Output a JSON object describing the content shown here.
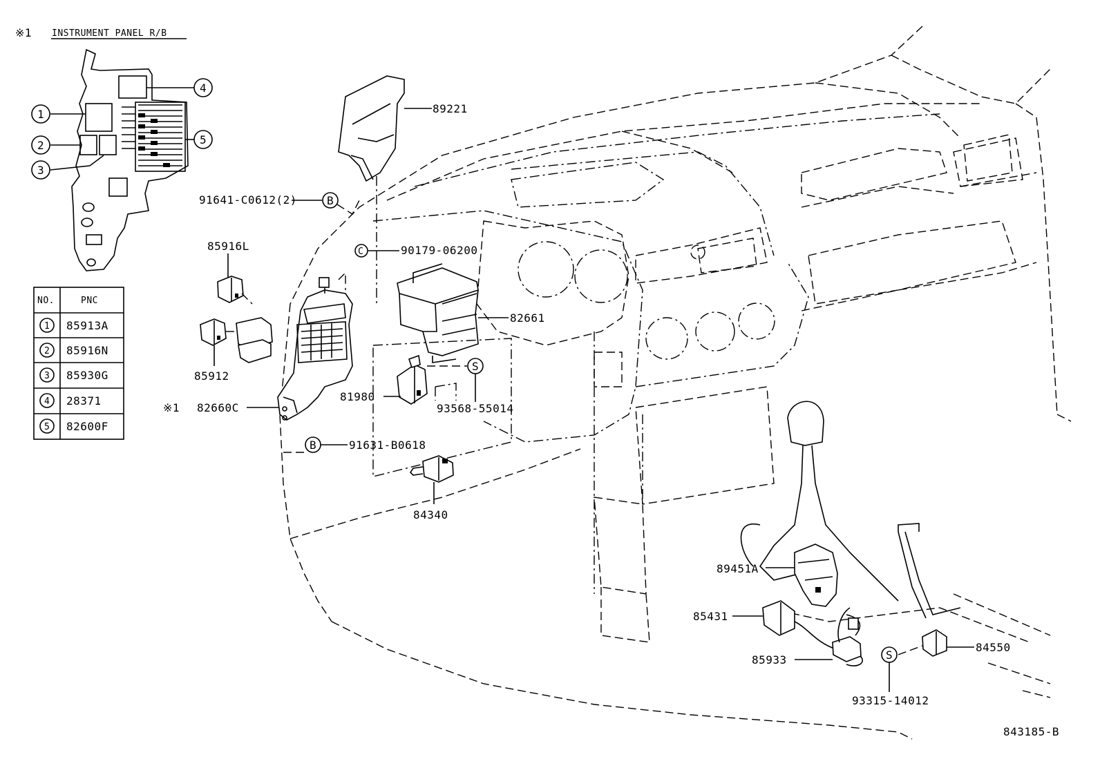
{
  "header": {
    "mark": "※1",
    "title": "INSTRUMENT PANEL R/B"
  },
  "table": {
    "columns": [
      "NO.",
      "PNC"
    ],
    "rows": [
      {
        "no": "1",
        "pnc": "85913A"
      },
      {
        "no": "2",
        "pnc": "85916N"
      },
      {
        "no": "3",
        "pnc": "85930G"
      },
      {
        "no": "4",
        "pnc": "28371"
      },
      {
        "no": "5",
        "pnc": "82600F"
      }
    ]
  },
  "callouts": {
    "c1": "1",
    "c2": "2",
    "c3": "3",
    "c4": "4",
    "c5": "5",
    "b_symbol": "B",
    "s_symbol": "S",
    "c_symbol": "C"
  },
  "labels": {
    "p89221": "89221",
    "p91641": "91641-C0612(2)",
    "p90179": "90179-06200",
    "p85916L": "85916L",
    "p82661": "82661",
    "p85912": "85912",
    "p81980": "81980",
    "p93568": "93568-55014",
    "p82660C_mark": "※1",
    "p82660C": "82660C",
    "p91631": "91631-B0618",
    "p84340": "84340",
    "p89451A": "89451A",
    "p85431": "85431",
    "p85933": "85933",
    "p84550": "84550",
    "p93315": "93315-14012",
    "code": "843185-B"
  }
}
